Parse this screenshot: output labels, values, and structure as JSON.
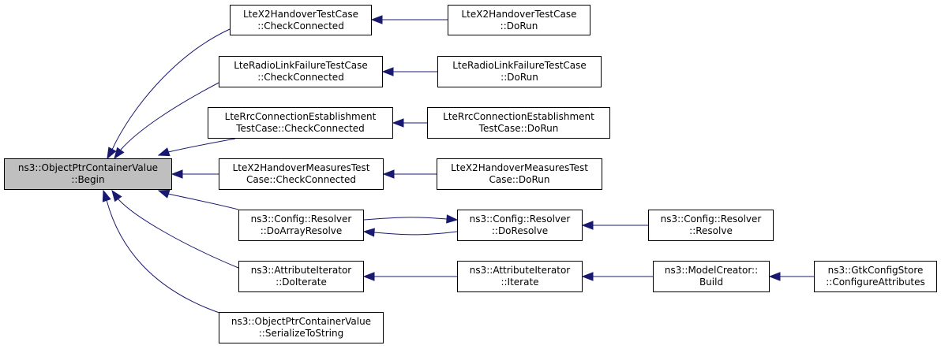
{
  "graph": {
    "edge_color": "#191970",
    "root_fill": "#bfbfbf",
    "nodes": {
      "root": {
        "line1": "ns3::ObjectPtrContainerValue",
        "line2": "::Begin"
      },
      "x2cc": {
        "line1": "LteX2HandoverTestCase",
        "line2": "::CheckConnected"
      },
      "x2dr": {
        "line1": "LteX2HandoverTestCase",
        "line2": "::DoRun"
      },
      "rlfcc": {
        "line1": "LteRadioLinkFailureTestCase",
        "line2": "::CheckConnected"
      },
      "rlfdr": {
        "line1": "LteRadioLinkFailureTestCase",
        "line2": "::DoRun"
      },
      "rrccc": {
        "line1": "LteRrcConnectionEstablishment",
        "line2": "TestCase::CheckConnected"
      },
      "rrcdr": {
        "line1": "LteRrcConnectionEstablishment",
        "line2": "TestCase::DoRun"
      },
      "x2mcc": {
        "line1": "LteX2HandoverMeasuresTest",
        "line2": "Case::CheckConnected"
      },
      "x2mdr": {
        "line1": "LteX2HandoverMeasuresTest",
        "line2": "Case::DoRun"
      },
      "cfgar": {
        "line1": "ns3::Config::Resolver",
        "line2": "::DoArrayResolve"
      },
      "cfgdr": {
        "line1": "ns3::Config::Resolver",
        "line2": "::DoResolve"
      },
      "cfgr": {
        "line1": "ns3::Config::Resolver",
        "line2": "::Resolve"
      },
      "aidi": {
        "line1": "ns3::AttributeIterator",
        "line2": "::DoIterate"
      },
      "aii": {
        "line1": "ns3::AttributeIterator",
        "line2": "::Iterate"
      },
      "mcb": {
        "line1": "ns3::ModelCreator::",
        "line2": "Build"
      },
      "gtk": {
        "line1": "ns3::GtkConfigStore",
        "line2": "::ConfigureAttributes"
      },
      "sts": {
        "line1": "ns3::ObjectPtrContainerValue",
        "line2": "::SerializeToString"
      }
    }
  }
}
